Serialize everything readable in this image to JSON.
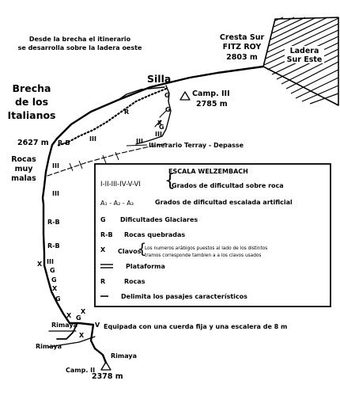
{
  "intro_note": [
    "Desde la brecha el itinerario",
    "se desarrolla sobre la ladera oeste"
  ],
  "summit": {
    "line1": "Cresta Sur",
    "line2": "FITZ ROY",
    "altitude": "2803 m"
  },
  "east_face": [
    "Ladera",
    "Sur Este"
  ],
  "silla": "Silla",
  "brecha": {
    "lines": [
      "Brecha",
      "de los",
      "Italianos"
    ],
    "altitude": "2627 m"
  },
  "camp3": {
    "name": "Camp. III",
    "altitude": "2785 m"
  },
  "camp2": {
    "name": "Camp. II",
    "altitude": "2378 m"
  },
  "rocas_malas": [
    "Rocas",
    "muy",
    "malas"
  ],
  "terray_route": "Itinerario Terray - Depasse",
  "rimaya": [
    "Rimaya",
    "Rimaya",
    "Rimaya"
  ],
  "fixed_rope_note": "Equipada con una cuerda fija y una escalera de 8 m",
  "route_marks": {
    "rb": [
      "R-B",
      "R-B",
      "R-B"
    ],
    "three": [
      "III",
      "III",
      "III",
      "III",
      "III",
      "III"
    ],
    "g": [
      "G",
      "G",
      "G",
      "G",
      "G",
      "G",
      "G"
    ],
    "x": [
      "X",
      "X",
      "X",
      "X",
      "X",
      "X"
    ],
    "r": "R",
    "v": "V"
  },
  "legend": {
    "title": "ESCALA WELZEMBACH",
    "rows": [
      {
        "symbol": "I-II-III-IV-V-VI",
        "text": "Grados de dificultad sobre roca"
      },
      {
        "symbol": "A₁ - A₂ - A₃",
        "text": "Grados de dificultad escalada artificial"
      },
      {
        "symbol": "G",
        "text": "Dificultades Glaciares"
      },
      {
        "symbol": "R-B",
        "text": "Rocas quebradas"
      },
      {
        "symbol": "X",
        "text": "Clavos"
      },
      {
        "symbol": "",
        "text": "Plataforma"
      },
      {
        "symbol": "R",
        "text": "Rocas"
      },
      {
        "symbol": "",
        "text": "Delimita los pasajes característicos"
      }
    ],
    "clavos_note": [
      "Los numeros arábigos puestos al lado de los distintos",
      "tramos corresponde tambien a a los clavos usados"
    ]
  }
}
